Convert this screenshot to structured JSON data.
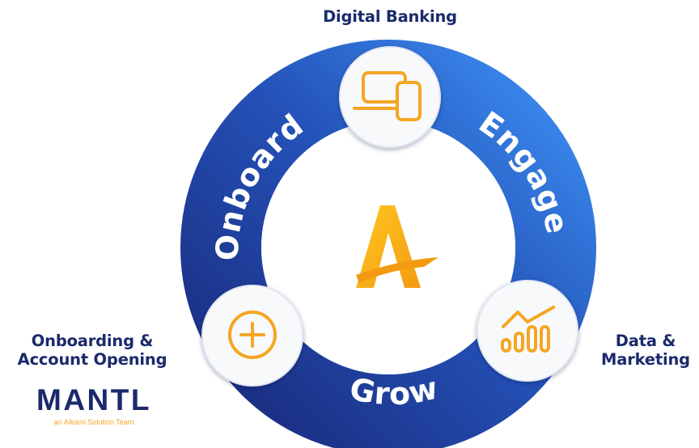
{
  "diagram": {
    "labels": {
      "top": "Digital Banking",
      "left_line1": "Onboarding &",
      "left_line2": "Account Opening",
      "right_line1": "Data &",
      "right_line2": "Marketing"
    },
    "ring_labels": {
      "onboard": "Onboard",
      "engage": "Engage",
      "grow": "Grow"
    },
    "icons": {
      "top": "devices-icon",
      "left": "plus-circle-icon",
      "right": "bar-chart-trend-icon",
      "center": "alkami-a-logo"
    },
    "colors": {
      "ring_dark": "#1b2f86",
      "ring_light": "#2f7fe0",
      "accent": "#f5a623",
      "text": "#1b2a6b"
    }
  },
  "brand": {
    "logo_text": "MANTL",
    "tagline": "an Alkami Solution Team"
  }
}
